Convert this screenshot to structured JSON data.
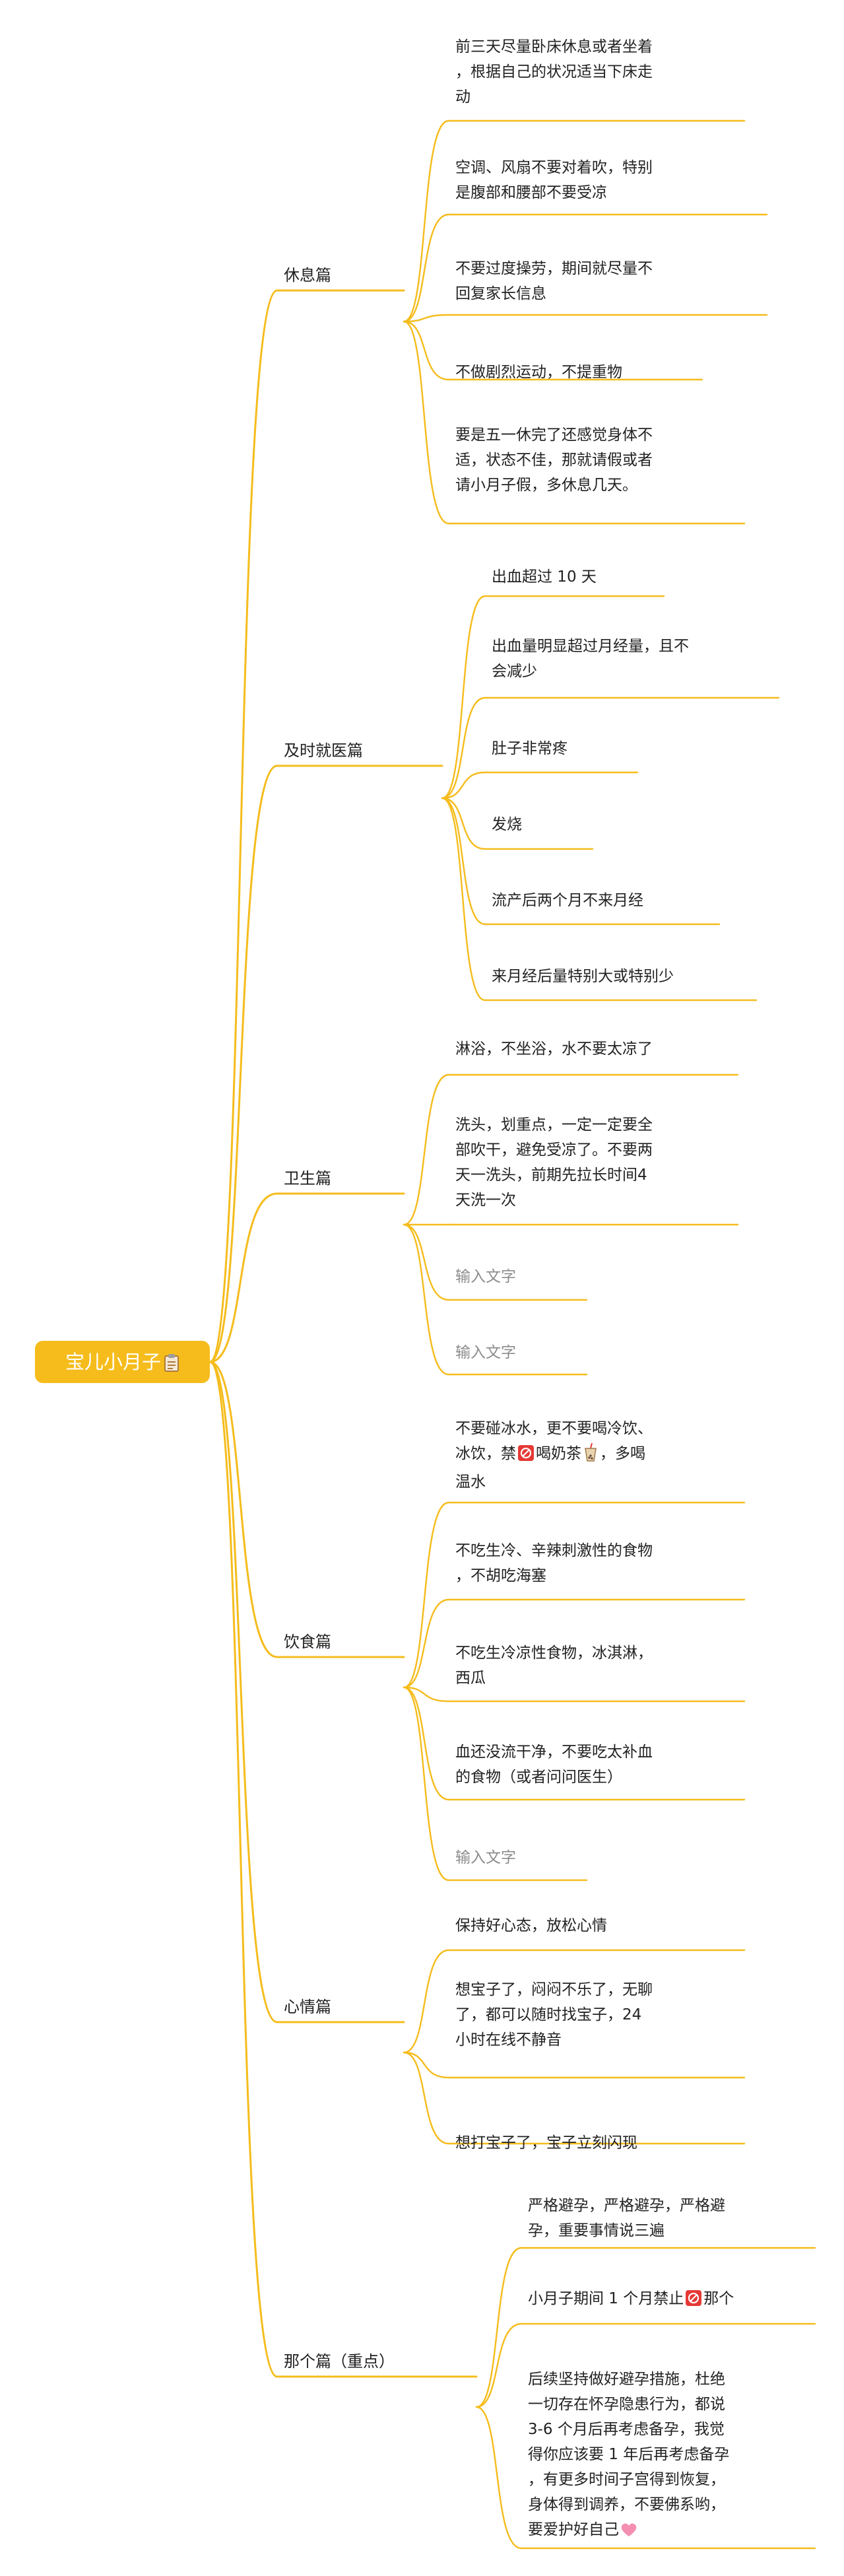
{
  "root": {
    "label": "宝儿小月子",
    "icon": "clipboard-icon"
  },
  "branches": [
    {
      "id": "rest",
      "label": "休息篇",
      "leaves": [
        {
          "lines": [
            "前三天尽量卧床休息或者坐着",
            "，根据自己的状况适当下床走",
            "动"
          ]
        },
        {
          "lines": [
            "空调、风扇不要对着吹，特别",
            "是腹部和腰部不要受凉"
          ]
        },
        {
          "lines": [
            "不要过度操劳，期间就尽量不",
            "回复家长信息"
          ]
        },
        {
          "lines": [
            "不做剧烈运动，不提重物"
          ]
        },
        {
          "lines": [
            "要是五一休完了还感觉身体不",
            "适，状态不佳，那就请假或者",
            "请小月子假，多休息几天。"
          ]
        }
      ]
    },
    {
      "id": "doctor",
      "label": "及时就医篇",
      "leaves": [
        {
          "lines": [
            "出血超过 10 天"
          ]
        },
        {
          "lines": [
            "出血量明显超过月经量，且不",
            "会减少"
          ]
        },
        {
          "lines": [
            "肚子非常疼"
          ]
        },
        {
          "lines": [
            "发烧"
          ]
        },
        {
          "lines": [
            "流产后两个月不来月经"
          ]
        },
        {
          "lines": [
            "来月经后量特别大或特别少"
          ]
        }
      ]
    },
    {
      "id": "hygiene",
      "label": "卫生篇",
      "leaves": [
        {
          "lines": [
            "淋浴，不坐浴，水不要太凉了"
          ]
        },
        {
          "lines": [
            "洗头，划重点，一定一定要全",
            "部吹干，避免受凉了。不要两",
            "天一洗头，前期先拉长时间4",
            "天洗一次"
          ]
        },
        {
          "lines": [
            "输入文字"
          ],
          "placeholder": true
        },
        {
          "lines": [
            "输入文字"
          ],
          "placeholder": true
        }
      ]
    },
    {
      "id": "diet",
      "label": "饮食篇",
      "leaves": [
        {
          "lines": [
            "不要碰冰水，更不要喝冷饮、",
            "冰饮，禁{ban}喝奶茶{tea}，多喝",
            "温水"
          ],
          "icons": {
            "ban": "prohibited-icon",
            "tea": "bubble-tea-icon"
          }
        },
        {
          "lines": [
            "不吃生冷、辛辣刺激性的食物",
            "，不胡吃海塞"
          ]
        },
        {
          "lines": [
            "不吃生冷凉性食物，冰淇淋，",
            "西瓜"
          ]
        },
        {
          "lines": [
            "血还没流干净，不要吃太补血",
            "的食物（或者问问医生）"
          ]
        },
        {
          "lines": [
            "输入文字"
          ],
          "placeholder": true
        }
      ]
    },
    {
      "id": "mood",
      "label": "心情篇",
      "leaves": [
        {
          "lines": [
            "保持好心态，放松心情"
          ]
        },
        {
          "lines": [
            "想宝子了，闷闷不乐了，无聊",
            "了，都可以随时找宝子，24",
            "小时在线不静音"
          ]
        },
        {
          "lines": [
            "想打宝子了，宝子立刻闪现"
          ]
        }
      ]
    },
    {
      "id": "that",
      "label": "那个篇（重点）",
      "leaves": [
        {
          "lines": [
            "严格避孕，严格避孕，严格避",
            "孕，重要事情说三遍"
          ]
        },
        {
          "lines": [
            "小月子期间 1 个月禁止{ban}那个"
          ],
          "icons": {
            "ban": "prohibited-icon"
          }
        },
        {
          "lines": [
            "后续坚持做好避孕措施，杜绝",
            "一切存在怀孕隐患行为，都说",
            "3-6 个月后再考虑备孕，我觉",
            "得你应该要 1 年后再考虑备孕",
            "，有更多时间子宫得到恢复，",
            "身体得到调养，不要佛系哟，",
            "要爱护好自己{heart}"
          ],
          "icons": {
            "heart": "pink-heart-icon"
          }
        }
      ]
    }
  ],
  "colors": {
    "edge": "#f5bc1c",
    "root_bg": "#f5bc1c",
    "root_text": "#ffffff",
    "text": "#222222",
    "placeholder": "#8c8c8c",
    "emoji_red": "#e53935",
    "heart": "#f48fb1"
  }
}
